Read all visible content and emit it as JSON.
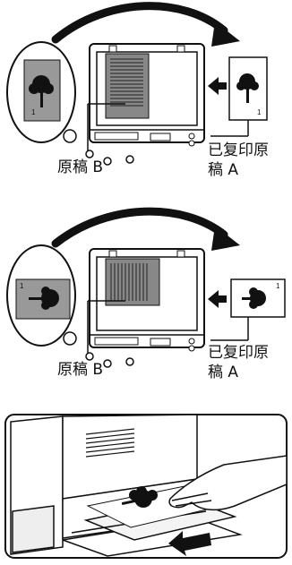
{
  "diagram1": {
    "original_b_label": "原稿 B",
    "copied_a_line1": "已复印原",
    "copied_a_line2": "稿 A",
    "page_number": "1"
  },
  "diagram2": {
    "original_b_label": "原稿 B",
    "copied_a_line1": "已复印原",
    "copied_a_line2": "稿 A",
    "page_number": "1"
  },
  "diagram3": {}
}
